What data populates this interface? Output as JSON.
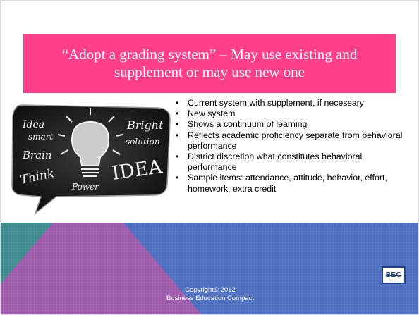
{
  "slide": {
    "title": "“Adopt a grading system” – May use existing and supplement or may use new one",
    "bullets": [
      "Current system with supplement, if necessary",
      "New system",
      "Shows a continuum of learning",
      "Reflects academic proficiency separate from behavioral performance",
      "District discretion what constitutes behavioral performance",
      "Sample items:  attendance, attitude, behavior, effort, homework, extra credit"
    ],
    "illustration_words": [
      "Idea",
      "smart",
      "Brain",
      "Think",
      "Power",
      "Bright",
      "solution",
      "IDEA"
    ],
    "footer": {
      "copyright_line1": "Copyright© 2012",
      "copyright_line2": "Business Education Compact",
      "logo_text": "BEC"
    }
  },
  "colors": {
    "title_band": "#ff3f88",
    "footer_teal": "#3e8c8f",
    "footer_purple": "#9e5bab",
    "footer_blue": "#4e6fbf",
    "logo_blue": "#1f3f8f"
  }
}
